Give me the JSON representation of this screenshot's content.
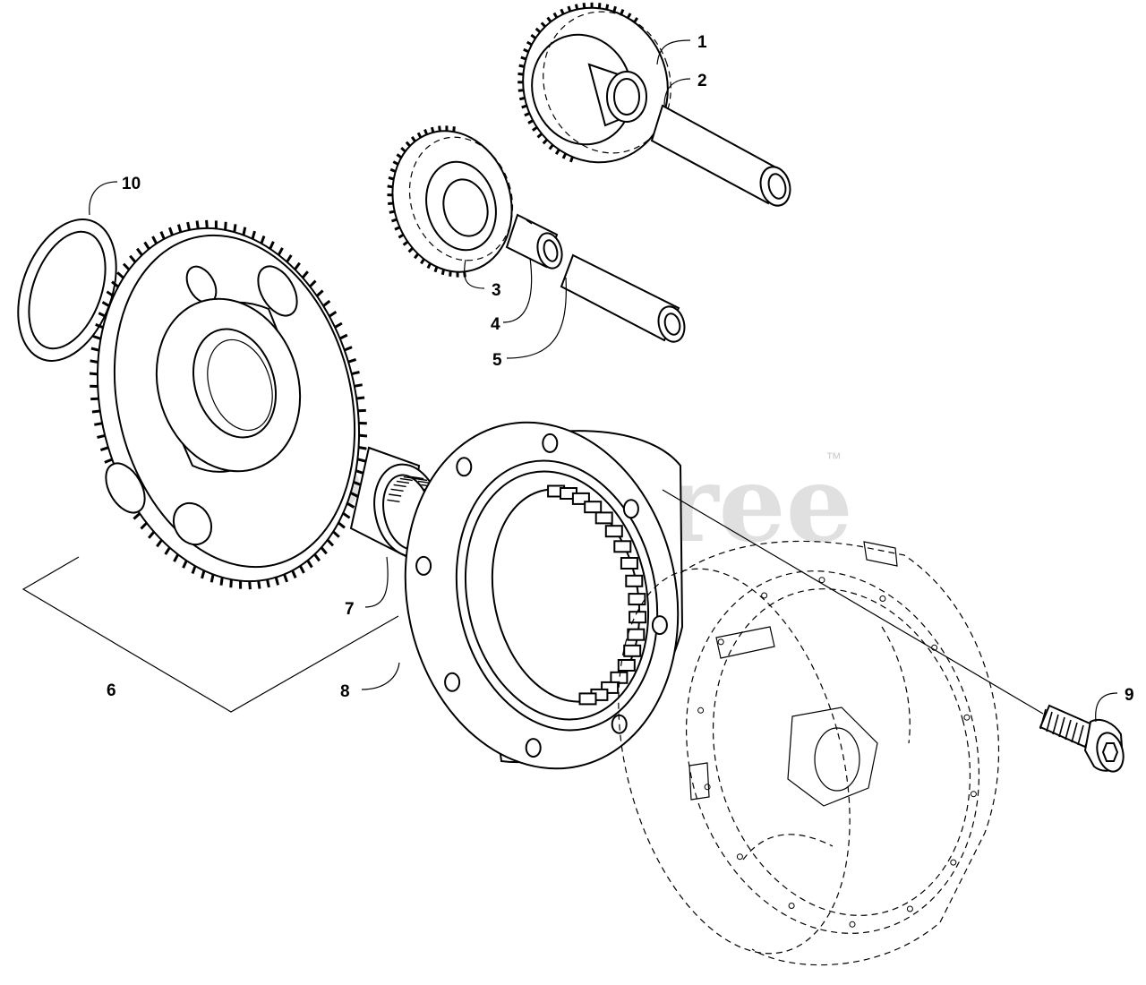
{
  "watermark": {
    "text": "PartsTree",
    "trademark": "™",
    "color": "#d6d6d6"
  },
  "callouts": [
    {
      "id": "1",
      "label": "1",
      "part": "idler-gear-large"
    },
    {
      "id": "2",
      "label": "2",
      "part": "shaft-upper"
    },
    {
      "id": "3",
      "label": "3",
      "part": "idler-gear-small"
    },
    {
      "id": "4",
      "label": "4",
      "part": "bushing"
    },
    {
      "id": "5",
      "label": "5",
      "part": "shaft-lower"
    },
    {
      "id": "6",
      "label": "6",
      "part": "starter-gear-assembly"
    },
    {
      "id": "7",
      "label": "7",
      "part": "needle-bearing"
    },
    {
      "id": "8",
      "label": "8",
      "part": "one-way-clutch"
    },
    {
      "id": "9",
      "label": "9",
      "part": "socket-bolt"
    },
    {
      "id": "10",
      "label": "10",
      "part": "washer"
    }
  ],
  "colors": {
    "line": "#000000",
    "background": "#ffffff"
  }
}
